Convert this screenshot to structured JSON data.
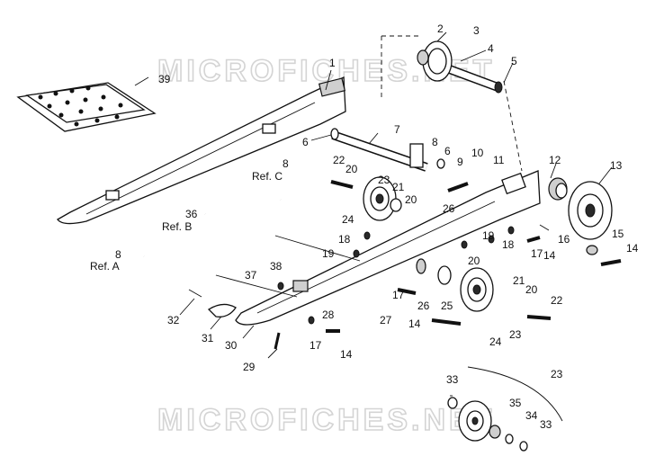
{
  "watermark": {
    "top": "MICROFICHES.NET",
    "bottom": "MICROFICHES.NET"
  },
  "labels": {
    "p1": "1",
    "p2": "2",
    "p3": "3",
    "p4": "4",
    "p5": "5",
    "p6a": "6",
    "p6b": "6",
    "p7": "7",
    "p8a": "8",
    "p8b": "8",
    "p9": "9",
    "p10": "10",
    "p11": "11",
    "p12": "12",
    "p13": "13",
    "p14a": "14",
    "p14b": "14",
    "p14c": "14",
    "p14d": "14",
    "p15": "15",
    "p16": "16",
    "p17a": "17",
    "p17b": "17",
    "p17c": "17",
    "p18a": "18",
    "p18b": "18",
    "p19a": "19",
    "p19b": "19",
    "p20a": "20",
    "p20b": "20",
    "p20c": "20",
    "p20d": "20",
    "p21a": "21",
    "p21b": "21",
    "p22a": "22",
    "p22b": "22",
    "p23a": "23",
    "p23b": "23",
    "p23c": "23",
    "p24a": "24",
    "p24b": "24",
    "p25": "25",
    "p26a": "26",
    "p26b": "26",
    "p27": "27",
    "p28": "28",
    "p29": "29",
    "p30": "30",
    "p31": "31",
    "p32": "32",
    "p33a": "33",
    "p33b": "33",
    "p34": "34",
    "p35": "35",
    "p36": "36",
    "p37": "37",
    "p38": "38",
    "p39": "39"
  },
  "references": {
    "ref_a": "Ref. A",
    "ref_b": "Ref. B",
    "ref_c": "Ref. C"
  }
}
